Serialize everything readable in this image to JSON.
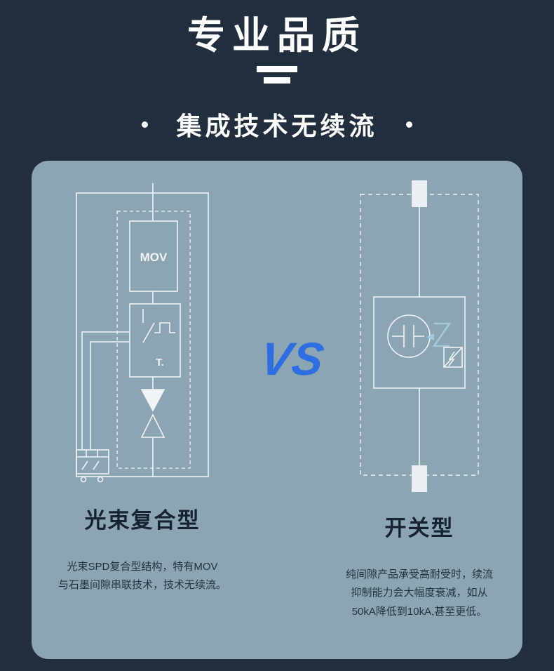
{
  "colors": {
    "page_bg": "#212e3e",
    "card_bg": "#8ca5b3",
    "accent_blue": "#2e6ee0",
    "diagram_stroke": "#f0f4f6",
    "diagram_secondary": "#a6c8dc",
    "text_light": "#ffffff",
    "text_dark": "#15242f"
  },
  "header": {
    "title": "专业品质",
    "subtitle": "集成技术无续流"
  },
  "comparison": {
    "vs": "VS",
    "left": {
      "name": "光束复合型",
      "diagram": {
        "mov_label": "MOV",
        "trigger_label": "T."
      },
      "desc_lines": [
        "光束SPD复合型结构，特有MOV",
        "与石墨间隙串联技术，技术无续流。"
      ]
    },
    "right": {
      "name": "开关型",
      "desc_lines": [
        "纯间隙产品承受高耐受时，续流",
        "抑制能力会大幅度衰减，如从",
        "50kA降低到10kA,甚至更低。"
      ]
    }
  }
}
